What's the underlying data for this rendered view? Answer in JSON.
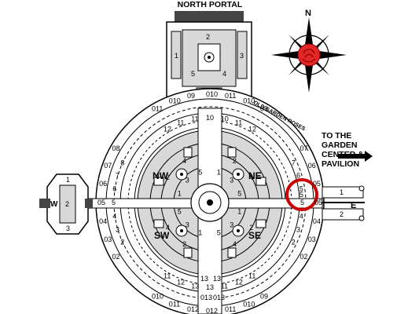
{
  "labels": {
    "north_portal": "NORTH PORTAL",
    "old_garden_roses": "OLD GARDEN ROSES",
    "to_garden": [
      "TO THE",
      "GARDEN",
      "CENTER &",
      "PAVILION"
    ],
    "compass_n": "N",
    "east": "E",
    "west": "W"
  },
  "quadrants": {
    "nw": "NW",
    "ne": "NE",
    "sw": "SW",
    "se": "SE"
  },
  "north_building": {
    "n1": "1",
    "n2": "2",
    "n3": "3",
    "n4": "4",
    "n5": "5"
  },
  "west_building": {
    "n1": "1",
    "n2": "2",
    "n3": "3"
  },
  "east_paths": {
    "p1": "1",
    "p2": "2"
  },
  "ring_numbers": {
    "outer_left": [
      "08",
      "07",
      "06",
      "05",
      "04",
      "03",
      "02"
    ],
    "outer_right": [
      "07",
      "06",
      "05",
      "05",
      "04",
      "03",
      "02"
    ],
    "outer_top": [
      "011",
      "010",
      "09",
      "010",
      "011",
      "010",
      "09"
    ],
    "outer_bottom": [
      "010",
      "011",
      "012",
      "012",
      "011",
      "010",
      "09"
    ],
    "inner_top": [
      "12",
      "11",
      "11",
      "10",
      "10",
      "11",
      "12"
    ],
    "inner_bottom": [
      "11",
      "12",
      "13",
      "13",
      "11",
      "12",
      "11"
    ],
    "inner_ring_left": [
      "8",
      "7",
      "6",
      "5",
      "4",
      "3",
      "2"
    ],
    "inner_ring_right": [
      "7",
      "6",
      "5",
      "5",
      "4",
      "3",
      "2"
    ],
    "bottom_gate": [
      "13",
      "13",
      "013",
      "013"
    ],
    "quad_inner": [
      "1",
      "2",
      "3",
      "4",
      "5",
      "1",
      "2",
      "3",
      "4",
      "5",
      "1",
      "2",
      "3",
      "4",
      "5",
      "1",
      "2",
      "3",
      "4",
      "5"
    ]
  },
  "highlight": {
    "label": "5",
    "color": "#cc0000"
  },
  "colors": {
    "bed": "#d8d8d8",
    "line": "#000000",
    "rose": "#e32626"
  }
}
